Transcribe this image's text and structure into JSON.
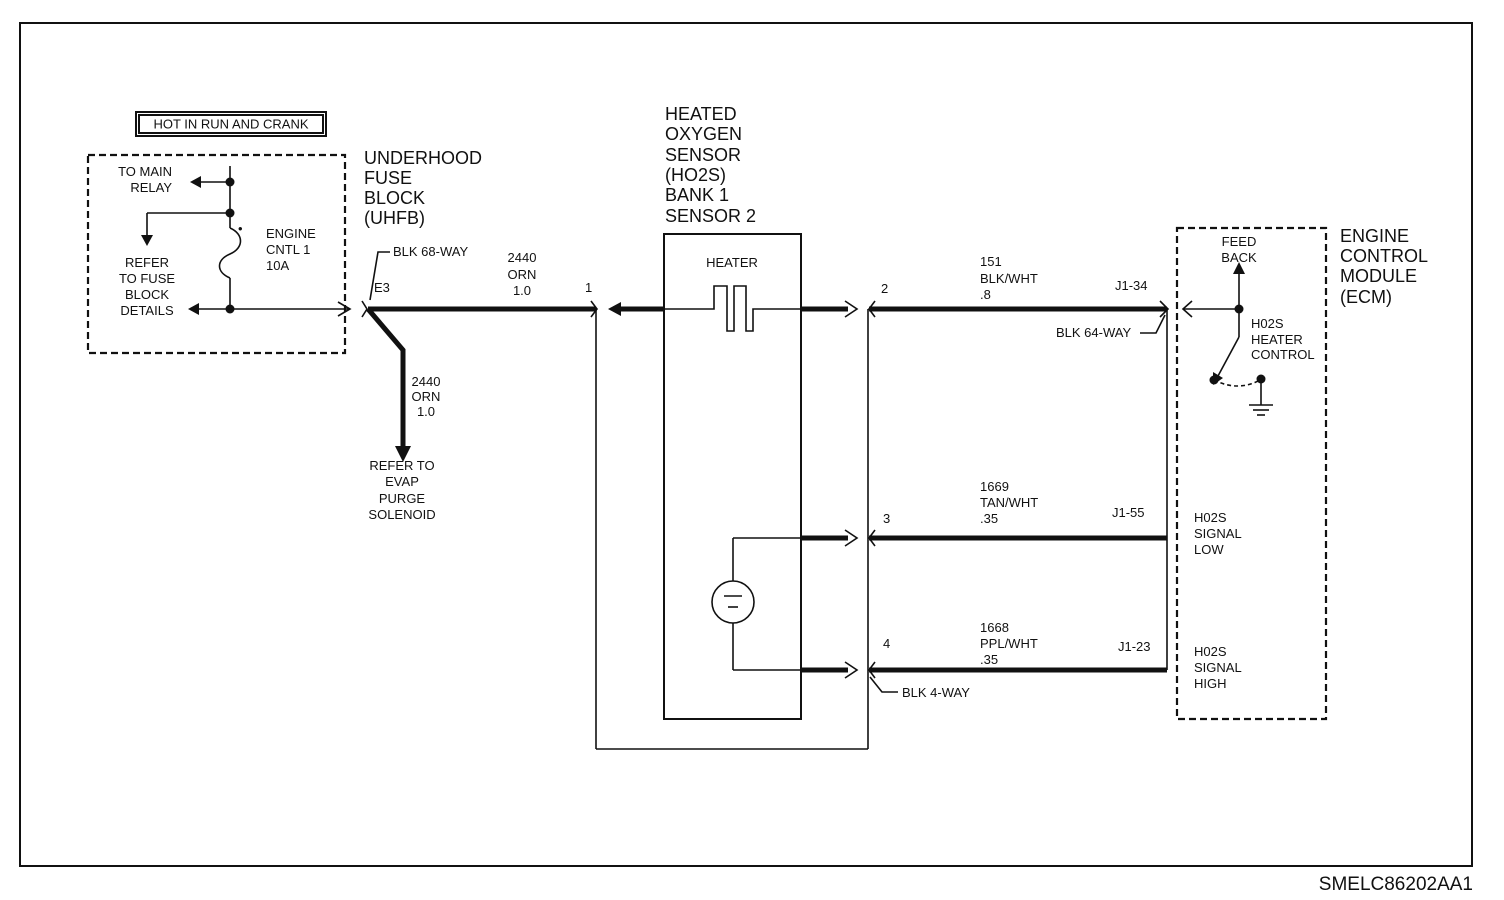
{
  "power_label": "HOT IN RUN AND CRANK",
  "fuse_block": {
    "title_lines": [
      "UNDERHOOD",
      "FUSE",
      "BLOCK",
      "(UHFB)"
    ],
    "to_main_relay": [
      "TO MAIN",
      "RELAY"
    ],
    "refer_fuse": [
      "REFER",
      "TO FUSE",
      "BLOCK",
      "DETAILS"
    ],
    "fuse_label": [
      "ENGINE",
      "CNTL 1",
      "10A"
    ],
    "connector": "BLK 68-WAY",
    "pin": "E3"
  },
  "splice_wire": {
    "circuit": [
      "2440",
      "ORN",
      "1.0"
    ],
    "refer": [
      "REFER TO",
      "EVAP",
      "PURGE",
      "SOLENOID"
    ]
  },
  "main_wire": {
    "circuit": [
      "2440",
      "ORN",
      "1.0"
    ],
    "pin": "1"
  },
  "sensor": {
    "title_lines": [
      "HEATED",
      "OXYGEN",
      "SENSOR",
      "(HO2S)",
      "BANK 1",
      "SENSOR 2"
    ],
    "heater_label": "HEATER",
    "connector": "BLK 4-WAY"
  },
  "circuits": [
    {
      "pin": "2",
      "lines": [
        "151",
        "BLK/WHT",
        ".8"
      ],
      "ecm_pin": "J1-34"
    },
    {
      "pin": "3",
      "lines": [
        "1669",
        "TAN/WHT",
        ".35"
      ],
      "ecm_pin": "J1-55"
    },
    {
      "pin": "4",
      "lines": [
        "1668",
        "PPL/WHT",
        ".35"
      ],
      "ecm_pin": "J1-23"
    }
  ],
  "ecm": {
    "title_lines": [
      "ENGINE",
      "CONTROL",
      "MODULE",
      "(ECM)"
    ],
    "connector": "BLK 64-WAY",
    "feedback": [
      "FEED",
      "BACK"
    ],
    "heater_control": [
      "H02S",
      "HEATER",
      "CONTROL"
    ],
    "signal_low": [
      "H02S",
      "SIGNAL",
      "LOW"
    ],
    "signal_high": [
      "H02S",
      "SIGNAL",
      "HIGH"
    ]
  },
  "figure_id": "SMELC86202AA1"
}
